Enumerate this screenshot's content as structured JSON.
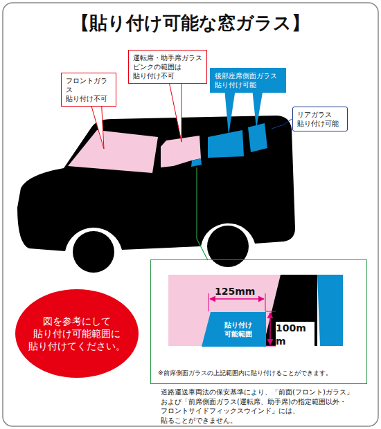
{
  "diagram": {
    "title": "【貼り付け可能な窓ガラス】",
    "nodes": [
      {
        "text": [
          "フロントガラス 貼り付け不可"
        ]
      },
      {
        "text": [
          "運転席・助手席ガラス ピンクの範囲は 貼り付け不可"
        ]
      },
      {
        "text": [
          "後部座席側面ガラス 貼り付け可能"
        ]
      },
      {
        "text": [
          "リアガラス 貼り付け可能"
        ]
      },
      {
        "text": [
          "図を参考にして 貼り付け可能範囲に 貼り付けてください。"
        ]
      },
      {
        "text": [
          "※前席側面ガラスの上記範囲内に貼り付けることができます。"
        ]
      },
      {
        "text": [
          "貼り付け 可能範囲"
        ],
        "in": 5
      }
    ],
    "labels": [
      "125mm",
      "100mm",
      "道路運送車両法の保安基準により、「前面(フロント)ガラス」および「前席側面ガラス(運転席、助手席)の指定範囲以外・フロントサイドフィックスウインド」には、貼ることができません。"
    ]
  }
}
